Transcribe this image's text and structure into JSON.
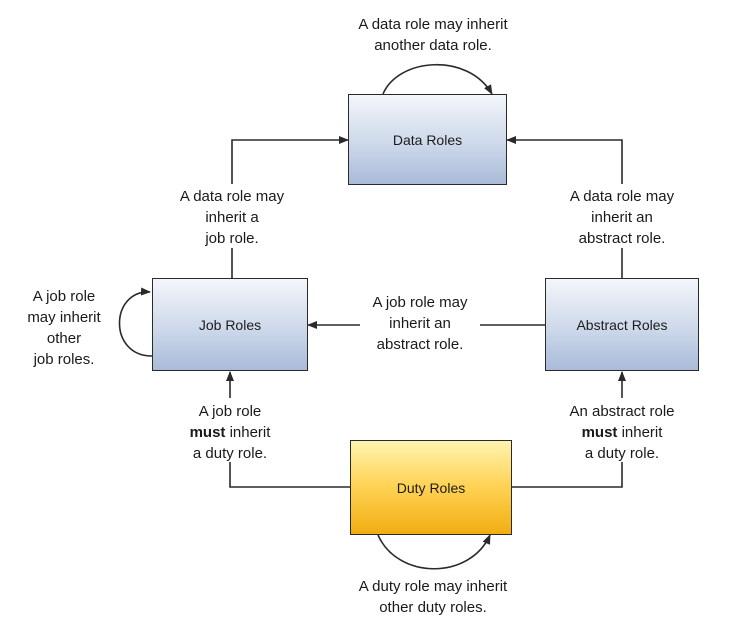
{
  "nodes": {
    "data_roles": "Data Roles",
    "job_roles": "Job Roles",
    "abstract_roles": "Abstract Roles",
    "duty_roles": "Duty Roles"
  },
  "labels": {
    "data_self": [
      "A data role may inherit",
      "another data role."
    ],
    "job_to_data": [
      "A data role may",
      "inherit a",
      "job role."
    ],
    "abstract_to_data": [
      "A data role may",
      "inherit an",
      "abstract role."
    ],
    "job_self": [
      "A job role",
      "may inherit",
      "other",
      "job roles."
    ],
    "abstract_to_job": [
      "A job role may",
      "inherit an",
      "abstract role."
    ],
    "duty_to_job": {
      "bold": "must",
      "line1": "A job role",
      "line2_rest": " inherit",
      "line3": "a duty role."
    },
    "duty_to_abstract": {
      "bold": "must",
      "line1": "An abstract role",
      "line2_rest": " inherit",
      "line3": "a duty role."
    },
    "duty_self": [
      "A duty role may inherit",
      "other duty roles."
    ]
  },
  "colors": {
    "role_box": "#c6d3e8",
    "duty_box": "#ffcf40",
    "line": "#2a2a2a"
  }
}
